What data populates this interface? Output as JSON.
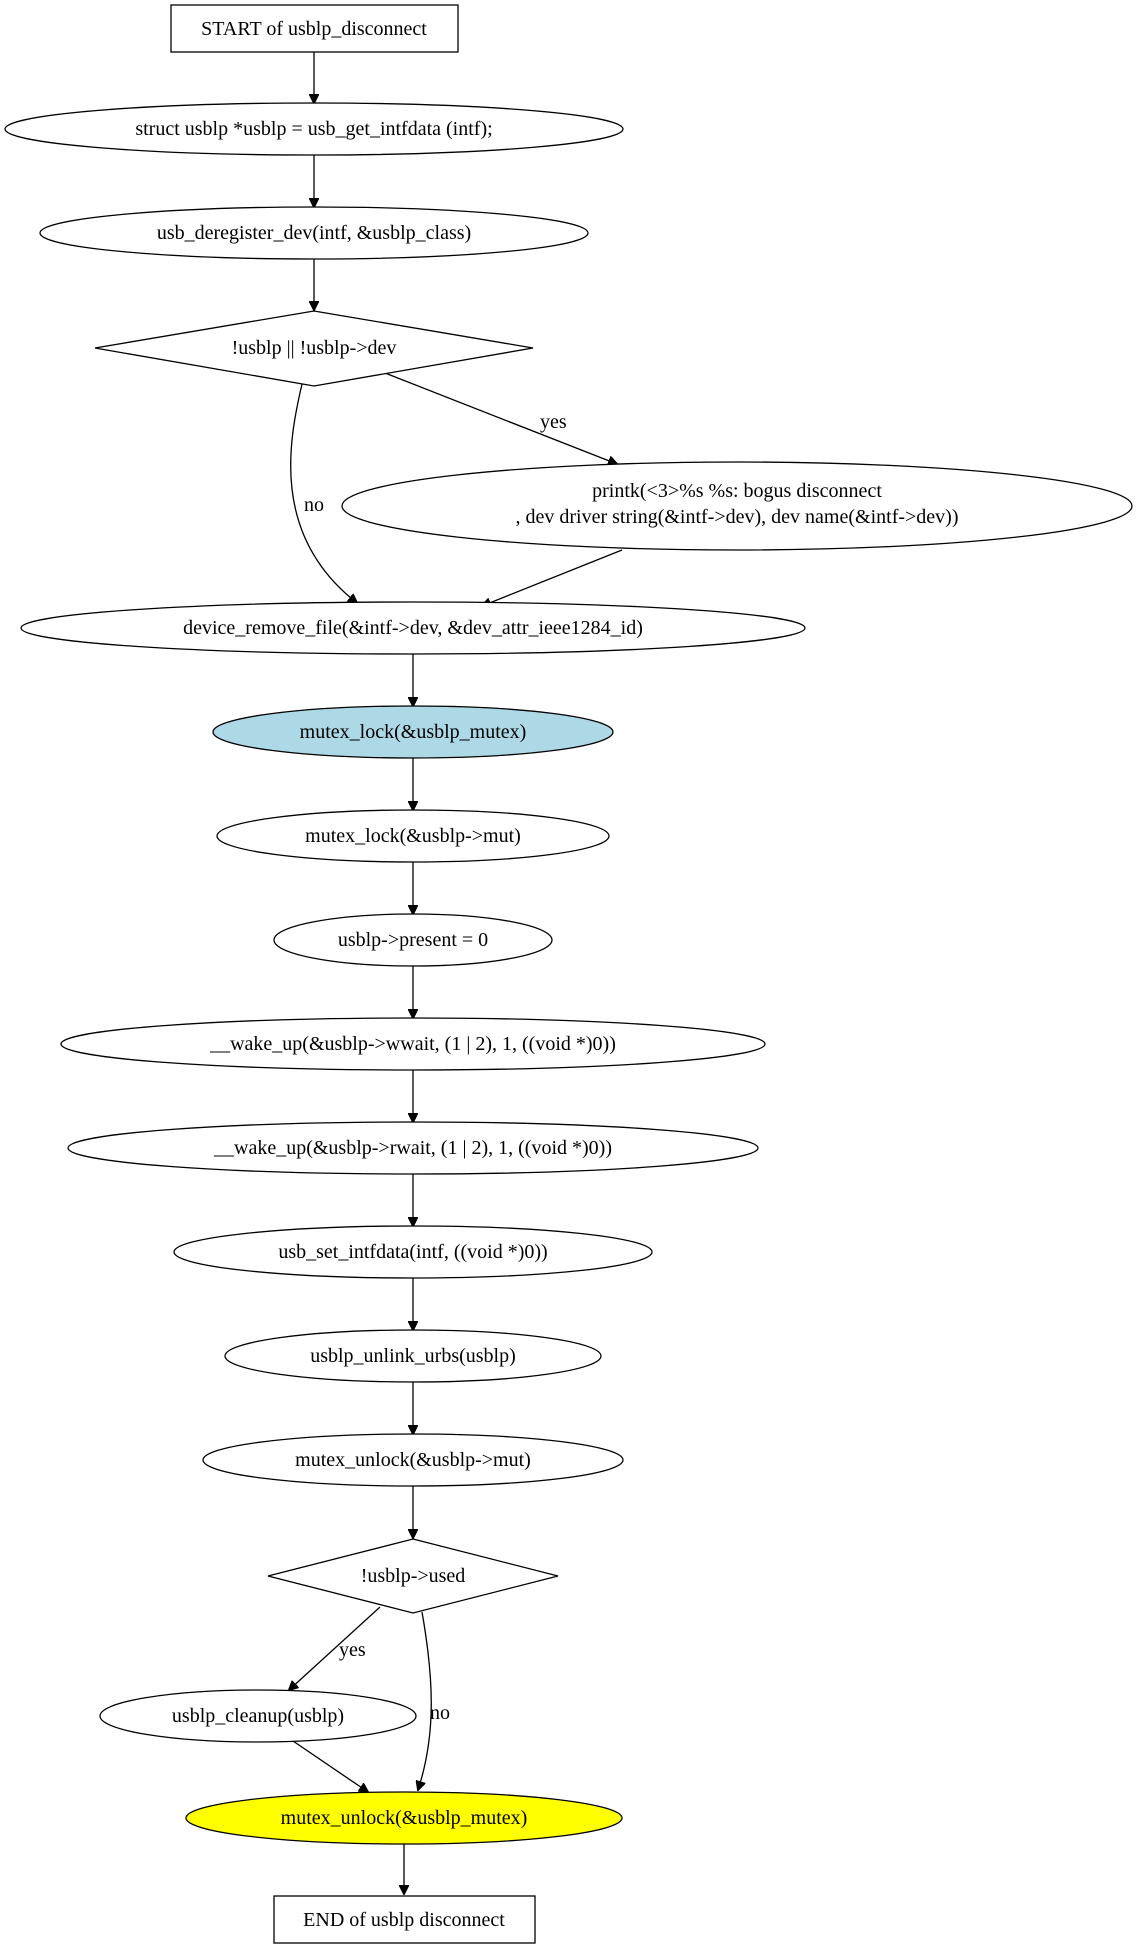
{
  "flowchart": {
    "nodes": {
      "start": {
        "label": "START of usblp_disconnect"
      },
      "get_intfdata": {
        "label": "struct usblp *usblp = usb_get_intfdata (intf);"
      },
      "deregister_dev": {
        "label": "usb_deregister_dev(intf, &usblp_class)"
      },
      "check_usblp_dev": {
        "label": "!usblp || !usblp->dev"
      },
      "printk": {
        "label_line1": "printk(<3>%s %s: bogus disconnect",
        "label_line2": ", dev  driver  string(&intf->dev), dev  name(&intf->dev))"
      },
      "remove_file": {
        "label": "device_remove_file(&intf->dev, &dev_attr_ieee1284_id)"
      },
      "mutex_lock_global": {
        "label": "mutex_lock(&usblp_mutex)",
        "fill": "#add8e6"
      },
      "mutex_lock_mut": {
        "label": "mutex_lock(&usblp->mut)"
      },
      "present_zero": {
        "label": "usblp->present = 0"
      },
      "wake_up_wwait": {
        "label": "__wake_up(&usblp->wwait, (1 | 2), 1, ((void *)0))"
      },
      "wake_up_rwait": {
        "label": "__wake_up(&usblp->rwait, (1 | 2), 1, ((void *)0))"
      },
      "set_intfdata": {
        "label": "usb_set_intfdata(intf, ((void *)0))"
      },
      "unlink_urbs": {
        "label": "usblp_unlink_urbs(usblp)"
      },
      "mutex_unlock_mut": {
        "label": "mutex_unlock(&usblp->mut)"
      },
      "check_used": {
        "label": "!usblp->used"
      },
      "cleanup": {
        "label": "usblp_cleanup(usblp)"
      },
      "mutex_unlock_global": {
        "label": "mutex_unlock(&usblp_mutex)",
        "fill": "#ffff00"
      },
      "end": {
        "label": "END of usblp  disconnect"
      }
    },
    "edges": {
      "check_usblp_dev_yes": "yes",
      "check_usblp_dev_no": "no",
      "check_used_yes": "yes",
      "check_used_no": "no"
    }
  }
}
